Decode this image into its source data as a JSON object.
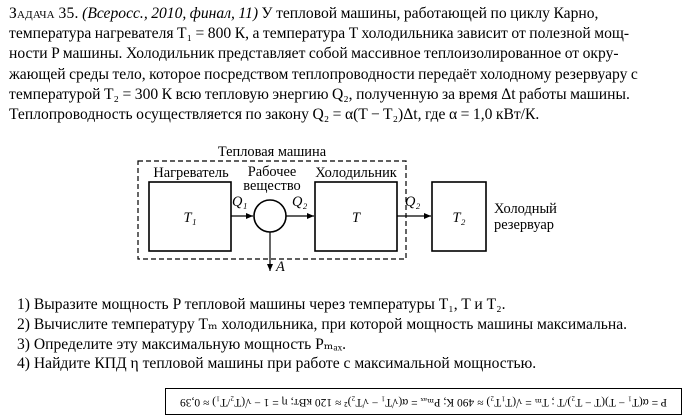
{
  "problem": {
    "label": "Задача 35.",
    "source": "(Всеросс., 2010, финал, 11)",
    "line1_rest": "У тепловой машины, работающей по циклу Карно,",
    "line2": "температура нагревателя T₁ = 800 К, а температура T холодильника зависит от полезной мощ-",
    "line3": "ности P машины. Холодильник представляет собой массивное теплоизолированное от окру-",
    "line4": "жающей среды тело, которое посредством теплопроводности передаёт холодному резервуару с",
    "line5": "температурой T₂ = 300 К всю тепловую энергию Q₂, полученную за время Δt работы машины.",
    "line6": "Теплопроводность осуществляется по закону Q₂ = α(T − T₂)Δt, где α = 1,0 кВт/К."
  },
  "diagram": {
    "machine_title": "Тепловая машина",
    "heater_label": "Нагреватель",
    "heater_temp": "T₁",
    "working_label_1": "Рабочее",
    "working_label_2": "вещество",
    "cooler_label": "Холодильник",
    "cooler_temp": "T",
    "reservoir_temp": "T₂",
    "reservoir_label_1": "Холодный",
    "reservoir_label_2": "резервуар",
    "q1": "Q₁",
    "q2_inner": "Q₂",
    "q2_outer": "Q₂",
    "work": "A"
  },
  "questions": [
    "1) Выразите мощность P тепловой машины через температуры T₁, T и T₂.",
    "2) Вычислите температуру Tₘ холодильника, при которой мощность машины максимальна.",
    "3) Определите эту максимальную мощность Pₘₐₓ.",
    "4) Найдите КПД η тепловой машины при работе с максимальной мощностью."
  ],
  "answer": "P = α(T₁ − T)(T − T₂)/T ; Tₘ = √(T₁T₂) ≈ 490 К; Pₘₐₓ = α(√T₁ − √T₂)² ≈ 120 кВт; η = 1 − √(T₂/T₁) ≈ 0,39"
}
